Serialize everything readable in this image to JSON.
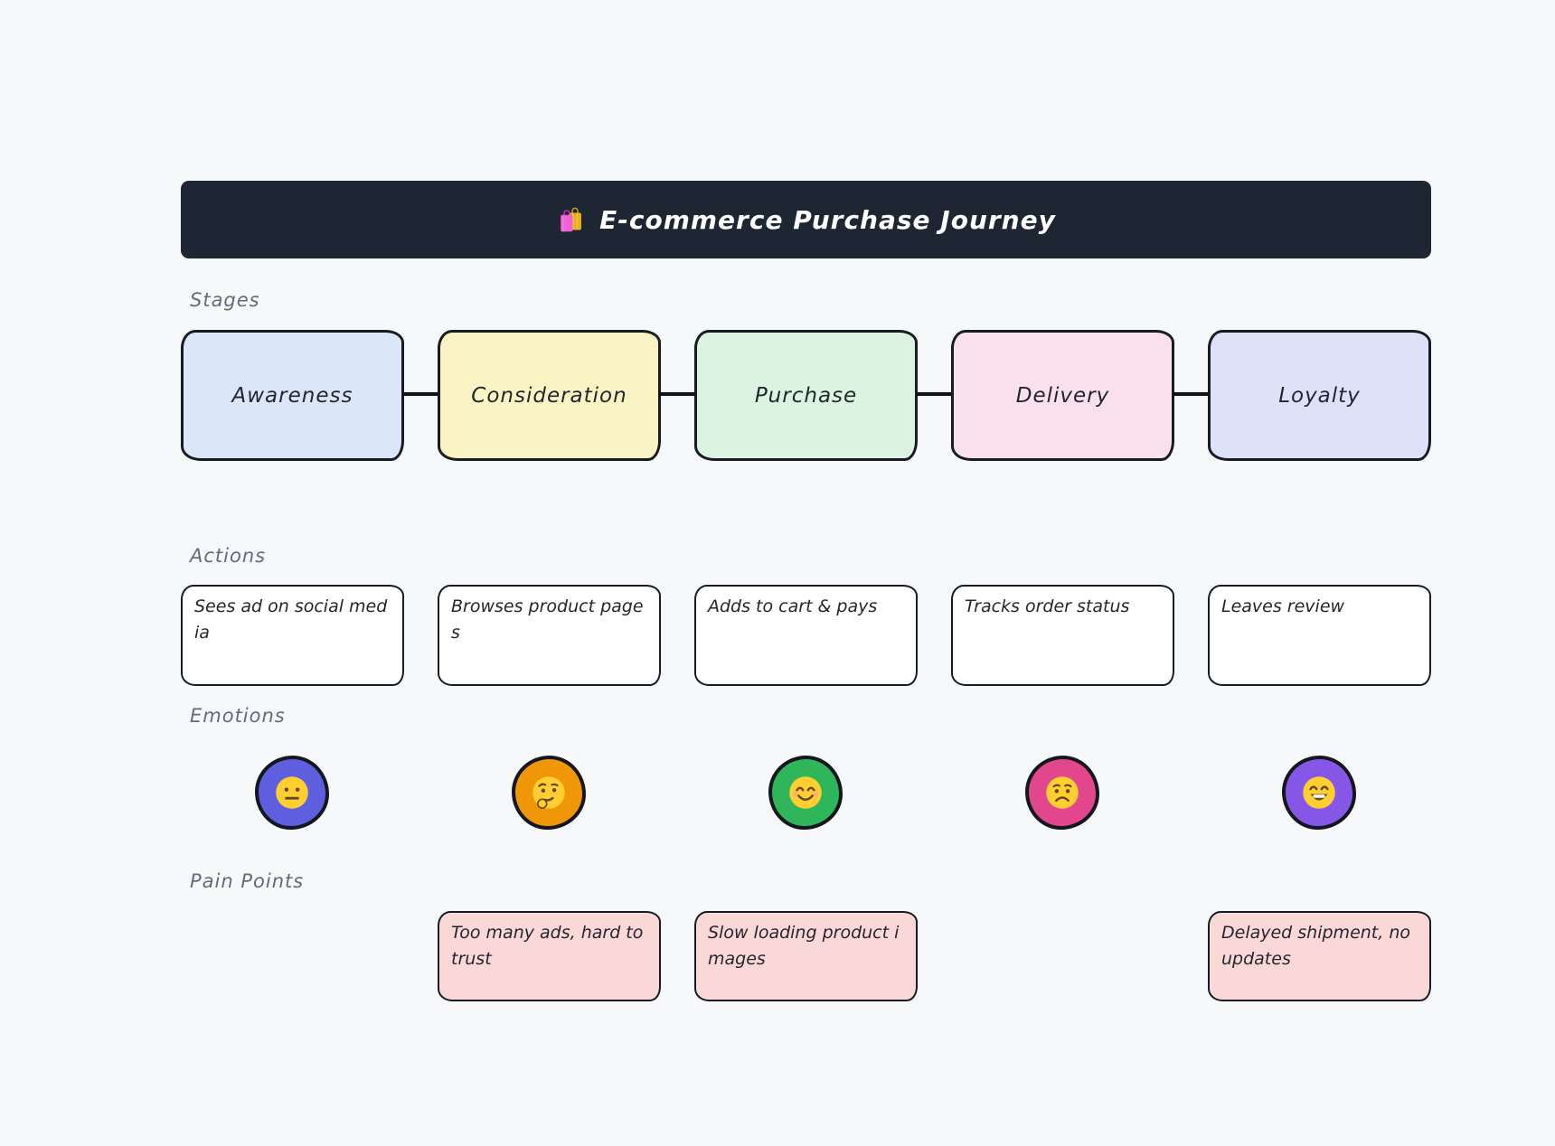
{
  "canvas_bg": "#f7f8fa",
  "header": {
    "title": "E-commerce Purchase Journey",
    "icon": "shopping-bags",
    "bg": "#1e2634",
    "text_color": "#ffffff"
  },
  "sections": {
    "stages_label": "Stages",
    "actions_label": "Actions",
    "emotions_label": "Emotions",
    "pain_points_label": "Pain Points"
  },
  "stages": [
    {
      "label": "Awareness",
      "color": "#dbe7f9"
    },
    {
      "label": "Consideration",
      "color": "#faf4c5"
    },
    {
      "label": "Purchase",
      "color": "#dcf3e1"
    },
    {
      "label": "Delivery",
      "color": "#fae0ec"
    },
    {
      "label": "Loyalty",
      "color": "#dde2f8"
    }
  ],
  "actions": [
    "Sees ad on social media",
    "Browses product pages",
    "Adds to cart & pays",
    "Tracks order status",
    "Leaves review"
  ],
  "emotions": [
    {
      "stage": "Awareness",
      "face": "neutral-face",
      "emoji": "😐",
      "color": "#5d5fde"
    },
    {
      "stage": "Consideration",
      "face": "thinking-face",
      "emoji": "🤔",
      "color": "#f09609"
    },
    {
      "stage": "Purchase",
      "face": "smiling-face",
      "emoji": "😊",
      "color": "#2fb65a"
    },
    {
      "stage": "Delivery",
      "face": "worried-face",
      "emoji": "😟",
      "color": "#e2468c"
    },
    {
      "stage": "Loyalty",
      "face": "grinning-face",
      "emoji": "😄",
      "color": "#8657e6"
    }
  ],
  "pain_points": [
    {
      "stage": "Consideration",
      "text": "Too many ads, hard to trust",
      "color": "#fbd8d8"
    },
    {
      "stage": "Purchase",
      "text": "Slow loading product images",
      "color": "#fbd8d8"
    },
    {
      "stage": "Loyalty",
      "text": "Delayed shipment, no updates",
      "color": "#fbd8d8"
    }
  ]
}
